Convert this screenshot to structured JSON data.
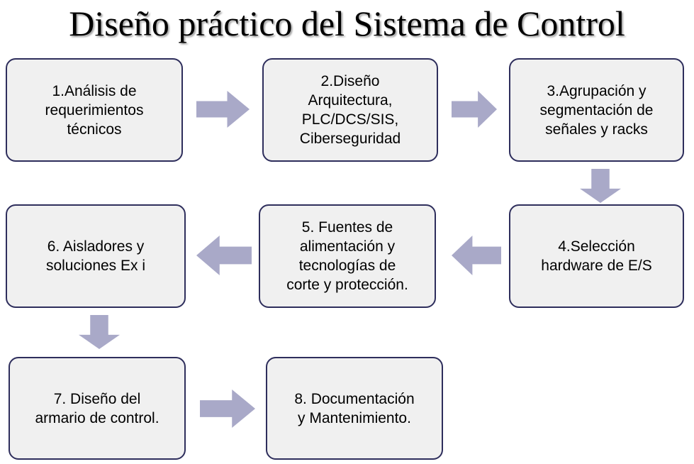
{
  "page": {
    "title": "Diseño práctico del Sistema de Control",
    "background_color": "#FFFFFF"
  },
  "theme": {
    "node_fill": "#F0F0F0",
    "node_border": "#2E2E5C",
    "node_text": "#000000",
    "arrow_fill": "#A9A9C8",
    "title_text": "#000000"
  },
  "flow": {
    "nodes": [
      {
        "id": "step-1",
        "label": "1.Análisis de\nrequerimientos\ntécnicos"
      },
      {
        "id": "step-2",
        "label": "2.Diseño\nArquitectura,\nPLC/DCS/SIS,\nCiberseguridad"
      },
      {
        "id": "step-3",
        "label": "3.Agrupación y\nsegmentación de\nseñales y racks"
      },
      {
        "id": "step-4",
        "label": "4.Selección\nhardware de E/S"
      },
      {
        "id": "step-5",
        "label": "5. Fuentes de\nalimentación y\ntecnologías de\ncorte y protección."
      },
      {
        "id": "step-6",
        "label": "6. Aisladores y\nsoluciones Ex i"
      },
      {
        "id": "step-7",
        "label": "7. Diseño del\narmario de control."
      },
      {
        "id": "step-8",
        "label": "8. Documentación\ny Mantenimiento."
      }
    ],
    "connectors": [
      {
        "id": "arrow-1-2",
        "direction": "right",
        "icon": "arrow-right-icon"
      },
      {
        "id": "arrow-2-3",
        "direction": "right",
        "icon": "arrow-right-icon"
      },
      {
        "id": "arrow-3-4",
        "direction": "down",
        "icon": "arrow-down-icon"
      },
      {
        "id": "arrow-4-5",
        "direction": "left",
        "icon": "arrow-left-icon"
      },
      {
        "id": "arrow-5-6",
        "direction": "left",
        "icon": "arrow-left-icon"
      },
      {
        "id": "arrow-6-7",
        "direction": "down",
        "icon": "arrow-down-icon"
      },
      {
        "id": "arrow-7-8",
        "direction": "right",
        "icon": "arrow-right-icon"
      }
    ]
  }
}
